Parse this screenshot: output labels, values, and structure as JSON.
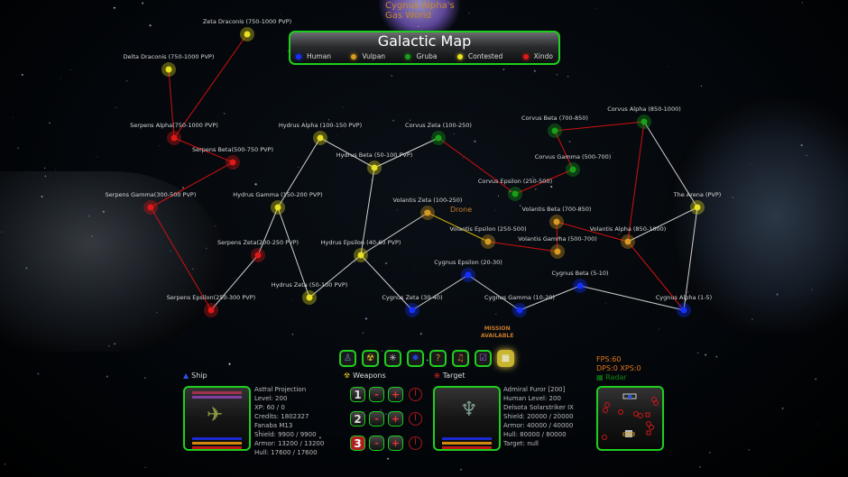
{
  "title": "Galactic Map",
  "legend": [
    {
      "label": "Human",
      "color": "#1530ff"
    },
    {
      "label": "Vulpan",
      "color": "#d89a20"
    },
    {
      "label": "Gruba",
      "color": "#18a018"
    },
    {
      "label": "Contested",
      "color": "#e8e020"
    },
    {
      "label": "Xindo",
      "color": "#e01818"
    }
  ],
  "planet_label": {
    "line1": "Cygnus Alpha's",
    "line2": "Gas World"
  },
  "drone_label": "Drone",
  "mission": {
    "line1": "MISSION",
    "line2": "AVAILABLE"
  },
  "toolbar": [
    "crew-icon",
    "radiation-icon",
    "network-icon",
    "gear-icon",
    "help-icon",
    "music-icon",
    "checkbox-icon",
    "grid-icon"
  ],
  "systems": {
    "zeta_draconis": {
      "name": "Zeta Draconis (750-1000 PVP)",
      "faction": "Contested"
    },
    "delta_draconis": {
      "name": "Delta Draconis (750-1000 PVP)",
      "faction": "Contested"
    },
    "serpens_alpha": {
      "name": "Serpens Alpha(750-1000 PVP)",
      "faction": "Xindo"
    },
    "serpens_beta": {
      "name": "Serpens Beta(500-750 PVP)",
      "faction": "Xindo"
    },
    "serpens_gamma": {
      "name": "Serpens Gamma(300-500 PVP)",
      "faction": "Xindo"
    },
    "serpens_zeta": {
      "name": "Serpens Zeta(200-250 PVP)",
      "faction": "Xindo"
    },
    "serpens_epsilon": {
      "name": "Serpens Epsilon(250-300 PVP)",
      "faction": "Xindo"
    },
    "hydrus_gamma": {
      "name": "Hydrus Gamma (150-200 PVP)",
      "faction": "Contested"
    },
    "hydrus_zeta": {
      "name": "Hydrus Zeta (50-100 PVP)",
      "faction": "Contested"
    },
    "hydrus_epsilon": {
      "name": "Hydrus Epsilon (40-60 PVP)",
      "faction": "Contested"
    },
    "hydrus_alpha": {
      "name": "Hydrus Alpha (100-150 PVP)",
      "faction": "Contested"
    },
    "hydrus_beta": {
      "name": "Hydrus Beta (50-100 PVP)",
      "faction": "Contested"
    },
    "corvus_zeta": {
      "name": "Corvus Zeta (100-250)",
      "faction": "Gruba"
    },
    "corvus_epsilon": {
      "name": "Corvus Epsilon (250-500)",
      "faction": "Gruba"
    },
    "corvus_gamma": {
      "name": "Corvus Gamma (500-700)",
      "faction": "Gruba"
    },
    "corvus_beta": {
      "name": "Corvus Beta (700-850)",
      "faction": "Gruba"
    },
    "corvus_alpha": {
      "name": "Corvus Alpha (850-1000)",
      "faction": "Gruba"
    },
    "the_arena": {
      "name": "The Arena (PVP)",
      "faction": "Contested"
    },
    "volantis_zeta": {
      "name": "Volantis Zeta (100-250)",
      "faction": "Vulpan"
    },
    "volantis_epsilon": {
      "name": "Volantis Epsilon (250-500)",
      "faction": "Vulpan"
    },
    "volantis_gamma": {
      "name": "Volantis Gamma (500-700)",
      "faction": "Vulpan"
    },
    "volantis_beta": {
      "name": "Volantis Beta (700-850)",
      "faction": "Vulpan"
    },
    "volantis_alpha": {
      "name": "Volantis Alpha (850-1000)",
      "faction": "Vulpan"
    },
    "cygnus_zeta": {
      "name": "Cygnus Zeta (30-40)",
      "faction": "Human"
    },
    "cygnus_epsilon": {
      "name": "Cygnus Epsilon (20-30)",
      "faction": "Human"
    },
    "cygnus_gamma": {
      "name": "Cygnus Gamma (10-20)",
      "faction": "Human"
    },
    "cygnus_beta": {
      "name": "Cygnus Beta (5-10)",
      "faction": "Human"
    },
    "cygnus_alpha": {
      "name": "Cygnus Alpha (1-5)",
      "faction": "Human"
    }
  },
  "routes": [
    [
      "zeta_draconis",
      "serpens_alpha",
      "#d01010"
    ],
    [
      "delta_draconis",
      "serpens_alpha",
      "#d01010"
    ],
    [
      "serpens_alpha",
      "serpens_beta",
      "#d01010"
    ],
    [
      "serpens_beta",
      "serpens_gamma",
      "#d01010"
    ],
    [
      "serpens_gamma",
      "serpens_epsilon",
      "#d01010"
    ],
    [
      "serpens_epsilon",
      "serpens_zeta",
      "#d0d0d0"
    ],
    [
      "serpens_zeta",
      "hydrus_gamma",
      "#d0d0d0"
    ],
    [
      "hydrus_gamma",
      "hydrus_alpha",
      "#d0d0d0"
    ],
    [
      "hydrus_gamma",
      "hydrus_zeta",
      "#d0d0d0"
    ],
    [
      "hydrus_zeta",
      "hydrus_epsilon",
      "#d0d0d0"
    ],
    [
      "hydrus_epsilon",
      "hydrus_beta",
      "#d0d0d0"
    ],
    [
      "hydrus_alpha",
      "hydrus_beta",
      "#d0d0d0"
    ],
    [
      "hydrus_beta",
      "corvus_zeta",
      "#d0d0d0"
    ],
    [
      "hydrus_epsilon",
      "volantis_zeta",
      "#d0d0d0"
    ],
    [
      "hydrus_epsilon",
      "cygnus_zeta",
      "#d0d0d0"
    ],
    [
      "corvus_zeta",
      "corvus_epsilon",
      "#d01010"
    ],
    [
      "corvus_epsilon",
      "corvus_gamma",
      "#d01010"
    ],
    [
      "corvus_gamma",
      "corvus_beta",
      "#d01010"
    ],
    [
      "corvus_beta",
      "corvus_alpha",
      "#d01010"
    ],
    [
      "corvus_alpha",
      "volantis_alpha",
      "#d01010"
    ],
    [
      "volantis_alpha",
      "cygnus_alpha",
      "#d01010"
    ],
    [
      "volantis_epsilon",
      "volantis_gamma",
      "#d01010"
    ],
    [
      "volantis_gamma",
      "volantis_beta",
      "#d01010"
    ],
    [
      "volantis_beta",
      "volantis_alpha",
      "#d01010"
    ],
    [
      "volantis_zeta",
      "volantis_epsilon",
      "#d8b010"
    ],
    [
      "corvus_alpha",
      "the_arena",
      "#d0d0d0"
    ],
    [
      "volantis_alpha",
      "the_arena",
      "#d0d0d0"
    ],
    [
      "the_arena",
      "cygnus_alpha",
      "#d0d0d0"
    ],
    [
      "cygnus_zeta",
      "cygnus_epsilon",
      "#d0d0d0"
    ],
    [
      "cygnus_epsilon",
      "cygnus_gamma",
      "#d0d0d0"
    ],
    [
      "cygnus_gamma",
      "cygnus_beta",
      "#d0d0d0"
    ],
    [
      "cygnus_beta",
      "cygnus_alpha",
      "#d0d0d0"
    ]
  ],
  "ship": {
    "heading": "Ship",
    "lines": [
      "Astral Projection",
      "Level: 200",
      "XP: 60 / 0",
      "Credits: 1802327",
      "Fanaba M13",
      "Shield: 9900 / 9900",
      "Armor: 13200 / 13200",
      "Hull: 17600 / 17600"
    ]
  },
  "weapons": {
    "heading": "Weapons",
    "slots": [
      "1",
      "2",
      "3"
    ],
    "active_slot": "3",
    "minus": "-",
    "plus": "+"
  },
  "target": {
    "heading": "Target",
    "lines": [
      "Admiral Furor [200]",
      "Human Level: 200",
      "Delsota Solarstriker IX",
      "Shield: 20000 / 20000",
      "Armor: 40000 / 40000",
      "Hull: 80000 / 80000",
      "Target: null"
    ]
  },
  "hud": {
    "fps": "FPS:60",
    "dps": "DPS:0 XPS:0",
    "radar": "Radar"
  }
}
